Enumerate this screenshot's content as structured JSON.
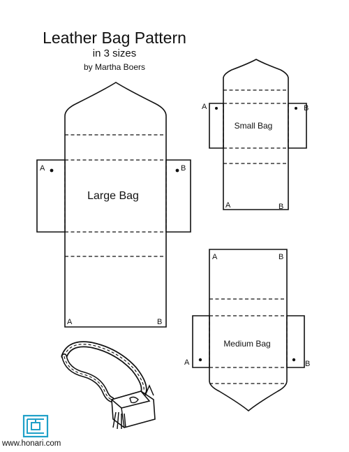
{
  "header": {
    "title": "Leather Bag Pattern",
    "subtitle": "in 3 sizes",
    "author": "by Martha Boers"
  },
  "patterns": {
    "large": {
      "label": "Large Bag",
      "corner_left": "A",
      "corner_right": "B"
    },
    "small": {
      "label": "Small Bag",
      "corner_left": "A",
      "corner_right": "B"
    },
    "medium": {
      "label": "Medium Bag",
      "corner_left": "A",
      "corner_right": "B"
    }
  },
  "footer": {
    "website": "www.honari.com",
    "logo_color": "#1fa0c8"
  }
}
